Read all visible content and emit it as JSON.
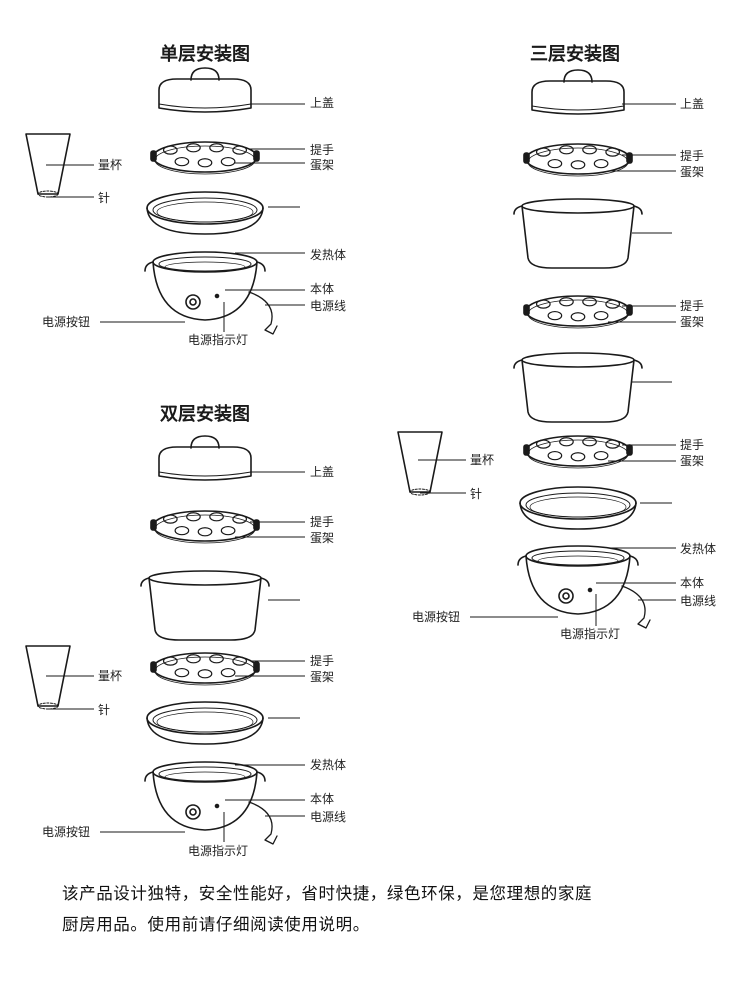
{
  "sections": {
    "single": {
      "title": "单层安装图",
      "labels": {
        "lid": "上盖",
        "handle": "提手",
        "egg_rack": "蛋架",
        "heating_element": "发热体",
        "body": "本体",
        "power_cord": "电源线",
        "power_button": "电源按钮",
        "power_indicator": "电源指示灯",
        "measuring_cup": "量杯",
        "needle": "针"
      }
    },
    "double": {
      "title": "双层安装图",
      "labels": {
        "lid": "上盖",
        "handle_1": "提手",
        "egg_rack_1": "蛋架",
        "handle_2": "提手",
        "egg_rack_2": "蛋架",
        "heating_element": "发热体",
        "body": "本体",
        "power_cord": "电源线",
        "power_button": "电源按钮",
        "power_indicator": "电源指示灯",
        "measuring_cup": "量杯",
        "needle": "针"
      }
    },
    "triple": {
      "title": "三层安装图",
      "labels": {
        "lid": "上盖",
        "handle_1": "提手",
        "egg_rack_1": "蛋架",
        "handle_2": "提手",
        "egg_rack_2": "蛋架",
        "handle_3": "提手",
        "egg_rack_3": "蛋架",
        "heating_element": "发热体",
        "body": "本体",
        "power_cord": "电源线",
        "power_button": "电源按钮",
        "power_indicator": "电源指示灯",
        "measuring_cup": "量杯",
        "needle": "针"
      }
    }
  },
  "footer": {
    "line1": "该产品设计独特，安全性能好，省时快捷，绿色环保，是您理想的家庭",
    "line2": "厨房用品。使用前请仔细阅读使用说明。"
  }
}
